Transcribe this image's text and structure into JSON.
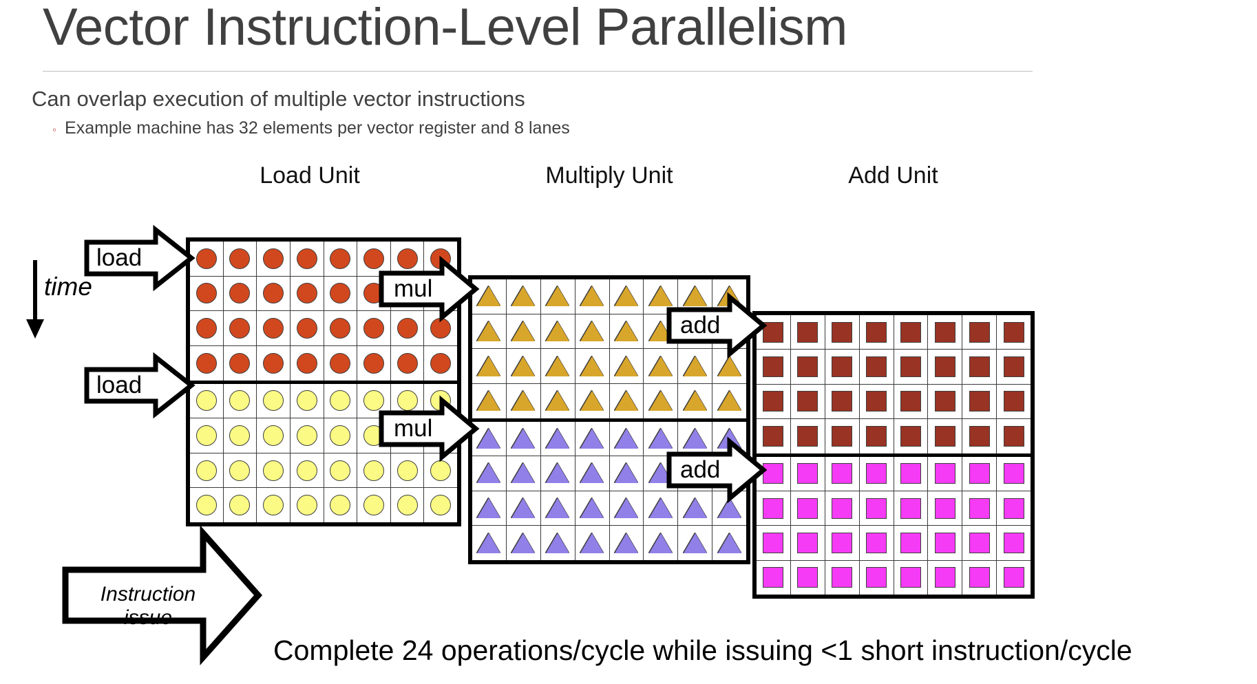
{
  "slide": {
    "title": "Vector Instruction-Level Parallelism",
    "bullet_1": "Can overlap execution of multiple vector instructions",
    "bullet_2_marker": "◦",
    "bullet_2": "Example machine has 32 elements per vector register and 8 lanes",
    "bottom_caption": "Complete 24 operations/cycle while issuing <1 short instruction/cycle"
  },
  "diagram": {
    "time_label": "time",
    "instruction_issue_line1": "Instruction",
    "instruction_issue_line2": "issue",
    "units": [
      {
        "id": "load",
        "label": "Load Unit",
        "cols": 8,
        "rows": 8
      },
      {
        "id": "multiply",
        "label": "Multiply Unit",
        "cols": 8,
        "rows": 8
      },
      {
        "id": "add",
        "label": "Add Unit",
        "cols": 8,
        "rows": 8
      }
    ],
    "instruction_arrows": [
      {
        "id": "load-1",
        "label": "load"
      },
      {
        "id": "load-2",
        "label": "load"
      },
      {
        "id": "mul-1",
        "label": "mul"
      },
      {
        "id": "mul-2",
        "label": "mul"
      },
      {
        "id": "add-1",
        "label": "add"
      },
      {
        "id": "add-2",
        "label": "add"
      }
    ],
    "element_shapes": {
      "load": "circle",
      "multiply": "triangle",
      "add": "square"
    },
    "colors": {
      "load_instruction_1": "#D2481E",
      "load_instruction_2": "#FAFA84",
      "multiply_instruction_1": "#D8A62B",
      "multiply_instruction_2": "#9080E8",
      "add_instruction_1": "#993324",
      "add_instruction_2": "#F53BF5",
      "grid_outline": "#000000",
      "cell_line": "#3a3a3a",
      "title_text": "#404040",
      "bullet_marker": "#c0504d",
      "rule": "#bfbfbf"
    }
  }
}
